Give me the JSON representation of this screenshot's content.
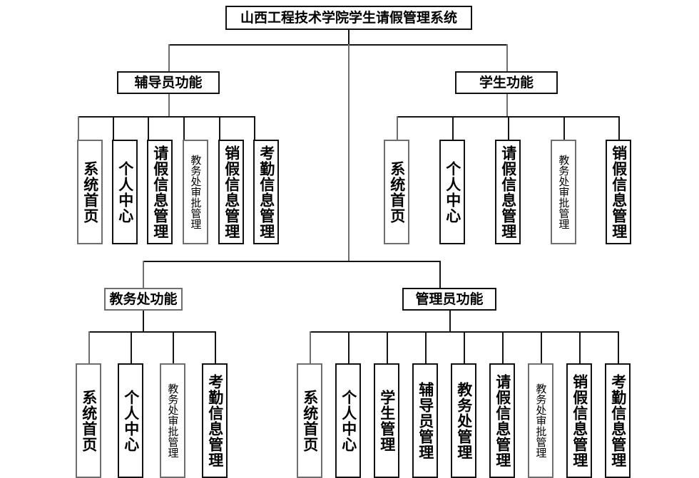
{
  "diagram": {
    "title": "山西工程技术学院学生请假管理系统",
    "type": "tree-hierarchy-chart",
    "root": {
      "label": "山西工程技术学院学生请假管理系统"
    },
    "branches": [
      {
        "id": "counselor",
        "label": "辅导员功能",
        "leaves": [
          {
            "label": "系统首页"
          },
          {
            "label": "个人中心"
          },
          {
            "label": "请假信息管理"
          },
          {
            "label": "教务处审批管理"
          },
          {
            "label": "销假信息管理"
          },
          {
            "label": "考勤信息管理"
          }
        ]
      },
      {
        "id": "student",
        "label": "学生功能",
        "leaves": [
          {
            "label": "系统首页"
          },
          {
            "label": "个人中心"
          },
          {
            "label": "请假信息管理"
          },
          {
            "label": "教务处审批管理"
          },
          {
            "label": "销假信息管理"
          }
        ]
      },
      {
        "id": "academic-affairs",
        "label": "教务处功能",
        "leaves": [
          {
            "label": "系统首页"
          },
          {
            "label": "个人中心"
          },
          {
            "label": "教务处审批管理"
          },
          {
            "label": "考勤信息管理"
          }
        ]
      },
      {
        "id": "admin",
        "label": "管理员功能",
        "leaves": [
          {
            "label": "系统首页"
          },
          {
            "label": "个人中心"
          },
          {
            "label": "学生管理"
          },
          {
            "label": "辅导员管理"
          },
          {
            "label": "教务处管理"
          },
          {
            "label": "请假信息管理"
          },
          {
            "label": "教务处审批管理"
          },
          {
            "label": "销假信息管理"
          },
          {
            "label": "考勤信息管理"
          }
        ]
      }
    ],
    "colors": {
      "box_border": "#6e6e6e",
      "box_border_dark": "#141414",
      "connector": "#6e6e6e",
      "text": "#000000",
      "background": "#ffffff"
    }
  }
}
